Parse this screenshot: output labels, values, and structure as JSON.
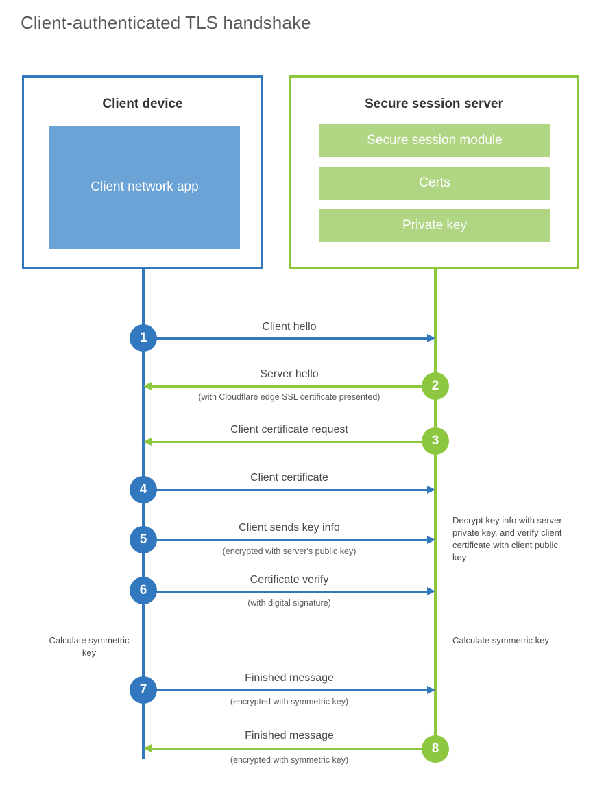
{
  "title": "Client-authenticated TLS handshake",
  "colors": {
    "blue_stroke": "#3178be",
    "blue_fill": "#6ba3d6",
    "green_stroke": "#8dc63f",
    "green_fill": "#b0d583",
    "title_text": "#595959",
    "body_text": "#4a4a4a"
  },
  "parties": {
    "client": {
      "title": "Client device",
      "app_label": "Client network app"
    },
    "server": {
      "title": "Secure session server",
      "modules": [
        {
          "label": "Secure session module"
        },
        {
          "label": "Certs"
        },
        {
          "label": "Private key"
        }
      ]
    }
  },
  "steps": [
    {
      "number": "1",
      "label": "Client hello",
      "sub": "",
      "direction": "client-to-server",
      "color": "blue"
    },
    {
      "number": "2",
      "label": "Server hello",
      "sub": "(with Cloudflare edge SSL certificate presented)",
      "direction": "server-to-client",
      "color": "green"
    },
    {
      "number": "3",
      "label": "Client certificate request",
      "sub": "",
      "direction": "server-to-client",
      "color": "green"
    },
    {
      "number": "4",
      "label": "Client certificate",
      "sub": "",
      "direction": "client-to-server",
      "color": "blue"
    },
    {
      "number": "5",
      "label": "Client sends key info",
      "sub": "(encrypted with server's public key)",
      "direction": "client-to-server",
      "color": "blue"
    },
    {
      "number": "6",
      "label": "Certificate verify",
      "sub": "(with digital signature)",
      "direction": "client-to-server",
      "color": "blue"
    },
    {
      "number": "7",
      "label": "Finished message",
      "sub": "(encrypted with symmetric key)",
      "direction": "client-to-server",
      "color": "blue"
    },
    {
      "number": "8",
      "label": "Finished message",
      "sub": "(encrypted with symmetric key)",
      "direction": "server-to-client",
      "color": "green"
    }
  ],
  "annotations": {
    "server_decrypt": "Decrypt key info with server private key, and verify client certificate with client public key",
    "client_calculate": "Calculate symmetric key",
    "server_calculate": "Calculate symmetric key"
  }
}
